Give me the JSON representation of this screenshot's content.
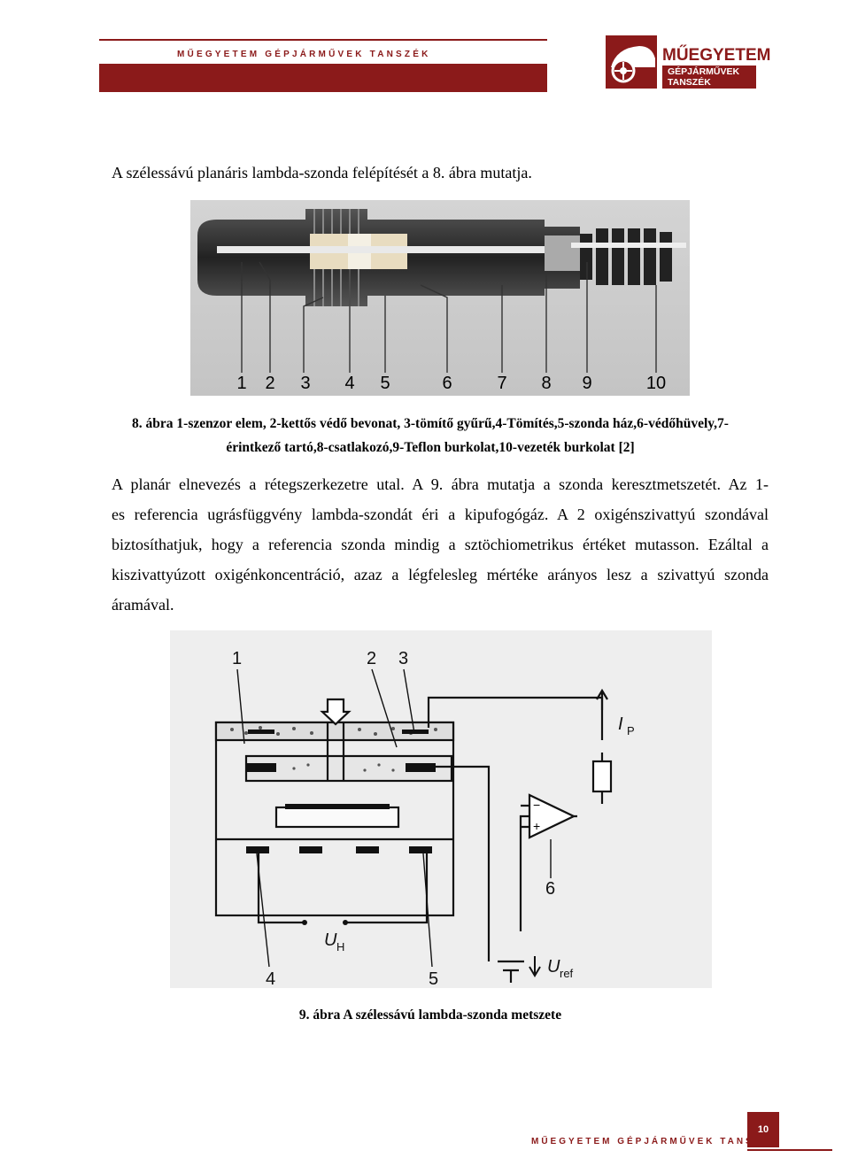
{
  "header": {
    "title": "MŰEGYETEM GÉPJÁRMŰVEK TANSZÉK"
  },
  "logo": {
    "name": "MŰEGYETEM",
    "sub_line1": "GÉPJÁRMŰVEK",
    "sub_line2": "TANSZÉK"
  },
  "intro": "A szélessávú planáris lambda-szonda felépítését a 8. ábra mutatja.",
  "figure8": {
    "labels": [
      "1",
      "2",
      "3",
      "4",
      "5",
      "6",
      "7",
      "8",
      "9",
      "10"
    ],
    "caption_line1": "8. ábra 1-szenzor elem, 2-kettős védő bevonat, 3-tömítő gyűrű,4-Tömítés,5-szonda ház,6-védőhüvely,7-",
    "caption_line2": "érintkező tartó,8-csatlakozó,9-Teflon burkolat,10-vezeték burkolat [2]"
  },
  "body_lines": [
    "A planár elnevezés a rétegszerkezetre utal. A 9. ábra mutatja a szonda keresztmetszetét. Az 1-",
    "es referencia ugrásfüggvény lambda-szondát éri a kipufogógáz. A 2 oxigénszivattyú szondával",
    "biztosíthatjuk, hogy a referencia szonda mindig a sztöchiometrikus értéket mutasson. Ezáltal a",
    "kiszivattyúzott oxigénkoncentráció, azaz a légfelesleg mértéke arányos lesz a szivattyú szonda",
    "áramával."
  ],
  "figure9": {
    "labels": {
      "l1": "1",
      "l2": "2",
      "l3": "3",
      "l4": "4",
      "l5": "5",
      "l6": "6"
    },
    "ip": "I",
    "ip_sub": "P",
    "uh": "U",
    "uh_sub": "H",
    "uref": "U",
    "uref_sub": "ref",
    "op_minus": "−",
    "op_plus": "+",
    "caption": "9. ábra A szélessávú lambda-szonda metszete"
  },
  "footer": {
    "title": "MŰEGYETEM GÉPJÁRMŰVEK TANSZÉK",
    "page": "10"
  },
  "colors": {
    "brand": "#8b1a1a"
  }
}
